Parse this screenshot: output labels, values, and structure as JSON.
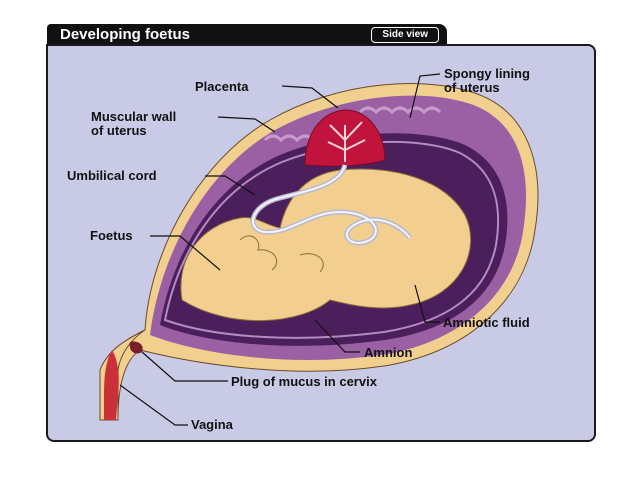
{
  "header": {
    "title": "Developing foetus",
    "view_badge": "Side view"
  },
  "labels": {
    "placenta": "Placenta",
    "spongy_line1": "Spongy lining",
    "spongy_line2": "of uterus",
    "muscular_line1": "Muscular wall",
    "muscular_line2": "of uterus",
    "umbilical": "Umbilical cord",
    "foetus": "Foetus",
    "amniotic": "Amniotic fluid",
    "amnion": "Amnion",
    "plug": "Plug of mucus in cervix",
    "vagina": "Vagina"
  },
  "colors": {
    "panel_bg": "#c9cbe6",
    "uterus_outer": "#f0cf8f",
    "muscular_wall": "#9b5fa3",
    "amniotic_fluid": "#4a1f5c",
    "foetus": "#f2cf8e",
    "placenta": "#c0143c",
    "vagina": "#c9303a"
  }
}
